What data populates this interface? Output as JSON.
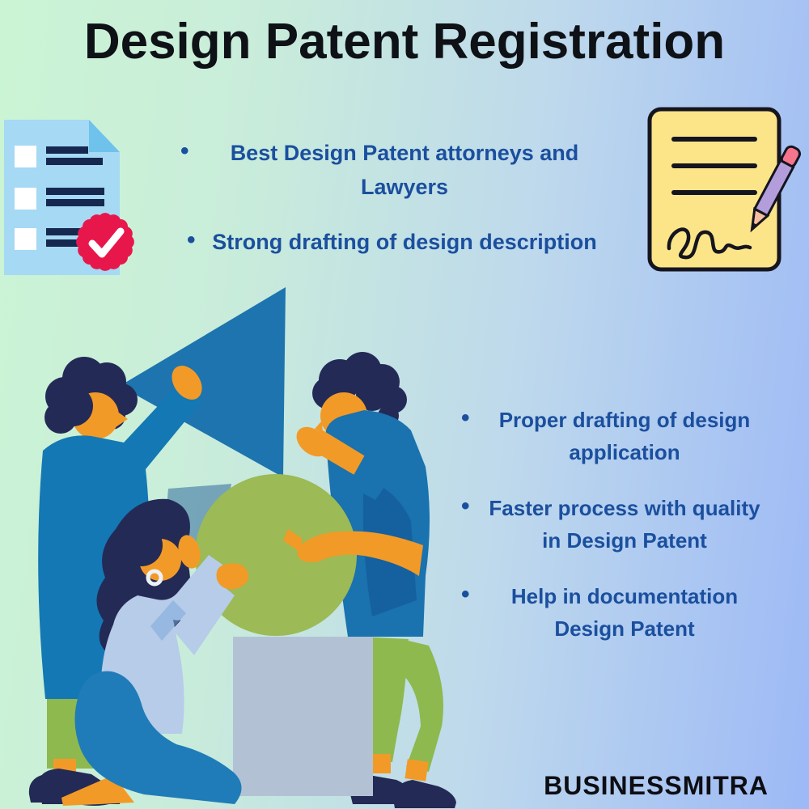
{
  "page": {
    "title": "Design Patent Registration",
    "brand": "BUSINESSMITRA"
  },
  "glyphs": {
    "bullet": "•"
  },
  "colors": {
    "background_left": "#cbf4d4",
    "background_right": "#9db9f6",
    "title_text": "#0e1116",
    "bullet_text": "#1b4f9e",
    "brand_text": "#0d0d12",
    "badge_red": "#e8174b",
    "document_blue": "#a5d9f4",
    "document_fold": "#6fc2ec",
    "line_navy": "#16284f",
    "paper_yellow": "#fce588",
    "outline_black": "#15151f",
    "pencil_purple": "#b39ddb",
    "pencil_pink": "#f4758c",
    "pencil_wood": "#f5bf9e",
    "tri_blue": "#1d74ae",
    "circle_green": "#9cba55",
    "square_gray": "#b2c2d4",
    "shirt_blue": "#1478b5",
    "shirt_teal": "#1a72ae",
    "pants_green": "#8eb94f",
    "skin": "#f29a27",
    "hair": "#232a56",
    "woman_top": "#b6cce8",
    "jeans": "#1f7cb8"
  },
  "benefits_left": {
    "items": [
      {
        "lines": [
          "Best Design Patent attorneys and",
          "Lawyers"
        ]
      },
      {
        "lines": [
          "Strong drafting of design description"
        ]
      }
    ]
  },
  "benefits_right": {
    "items": [
      {
        "lines": [
          "Proper drafting of design",
          "application"
        ]
      },
      {
        "lines": [
          "Faster process with quality",
          "in Design Patent"
        ]
      },
      {
        "lines": [
          "Help in documentation",
          "Design Patent"
        ]
      }
    ]
  },
  "icons": {
    "checklist_document": "checklist-document-icon",
    "approved_badge": "checkmark-badge-icon",
    "signed_document": "signed-document-pencil-icon"
  },
  "illustration": {
    "description": "Three people assembling a blue triangle, green circle and gray square"
  }
}
